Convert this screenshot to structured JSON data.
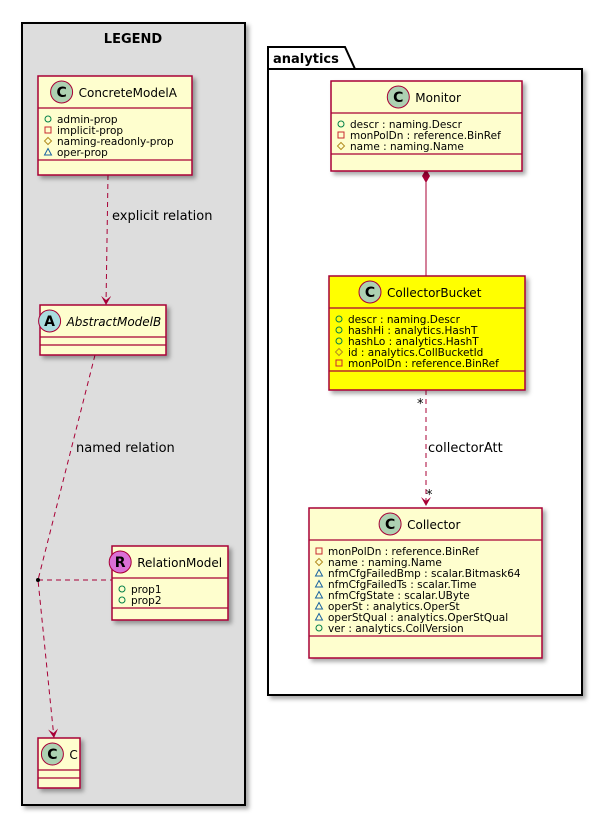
{
  "legend": {
    "title": "LEGEND",
    "classes": {
      "concrete": {
        "stereotype": "C",
        "name": "ConcreteModelA",
        "attrs": [
          {
            "vis": "public",
            "text": "admin-prop"
          },
          {
            "vis": "private",
            "text": "implicit-prop"
          },
          {
            "vis": "protected",
            "text": "naming-readonly-prop"
          },
          {
            "vis": "package",
            "text": "oper-prop"
          }
        ]
      },
      "abstract": {
        "stereotype": "A",
        "name": "AbstractModelB"
      },
      "relation": {
        "stereotype": "R",
        "name": "RelationModel",
        "attrs": [
          {
            "vis": "public",
            "text": "prop1"
          },
          {
            "vis": "public",
            "text": "prop2"
          }
        ]
      },
      "c": {
        "stereotype": "C",
        "name": "C"
      }
    },
    "edges": {
      "explicit": "explicit relation",
      "named": "named relation"
    }
  },
  "package": {
    "name": "analytics",
    "classes": {
      "monitor": {
        "stereotype": "C",
        "name": "Monitor",
        "attrs": [
          {
            "vis": "public",
            "text": "descr : naming.Descr"
          },
          {
            "vis": "private",
            "text": "monPolDn : reference.BinRef"
          },
          {
            "vis": "protected",
            "text": "name : naming.Name"
          }
        ]
      },
      "bucket": {
        "stereotype": "C",
        "name": "CollectorBucket",
        "attrs": [
          {
            "vis": "public",
            "text": "descr : naming.Descr"
          },
          {
            "vis": "public",
            "text": "hashHi : analytics.HashT"
          },
          {
            "vis": "public",
            "text": "hashLo : analytics.HashT"
          },
          {
            "vis": "protected",
            "text": "id : analytics.CollBucketId"
          },
          {
            "vis": "private",
            "text": "monPolDn : reference.BinRef"
          }
        ]
      },
      "collector": {
        "stereotype": "C",
        "name": "Collector",
        "attrs": [
          {
            "vis": "private",
            "text": "monPolDn : reference.BinRef"
          },
          {
            "vis": "protected",
            "text": "name : naming.Name"
          },
          {
            "vis": "package",
            "text": "nfmCfgFailedBmp : scalar.Bitmask64"
          },
          {
            "vis": "package",
            "text": "nfmCfgFailedTs : scalar.Time"
          },
          {
            "vis": "package",
            "text": "nfmCfgState : scalar.UByte"
          },
          {
            "vis": "package",
            "text": "operSt : analytics.OperSt"
          },
          {
            "vis": "package",
            "text": "operStQual : analytics.OperStQual"
          },
          {
            "vis": "public",
            "text": "ver : analytics.CollVersion"
          }
        ]
      }
    },
    "edges": {
      "collector": {
        "label": "collectorAtt",
        "mult_src": "*",
        "mult_dst": "*"
      }
    }
  },
  "colors": {
    "border": "#a80036",
    "class_fill": "#fefece",
    "highlight_fill": "#ffff00",
    "legend_fill": "#dddddd",
    "badge_c": "#add1b2",
    "badge_a": "#a9dcdf",
    "badge_r": "#da70d6"
  }
}
